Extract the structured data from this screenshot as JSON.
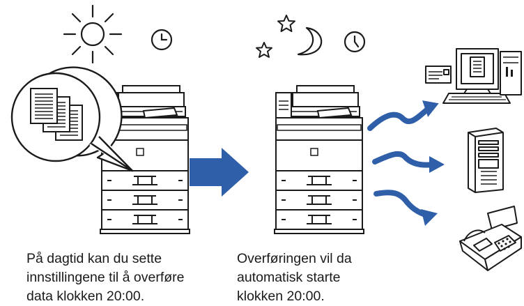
{
  "captions": {
    "left": [
      "På dagtid kan du sette",
      "innstillingene til å overføre",
      "data klokken 20:00."
    ],
    "right": [
      "Overføringen vil da",
      "automatisk starte",
      "klokken 20:00."
    ]
  },
  "colors": {
    "arrow": "#2f5fa8",
    "line": "#1a1a1a",
    "background": "#ffffff"
  },
  "icons": [
    "sun-icon",
    "clock-icon",
    "star-icon",
    "moon-icon",
    "document-stack-icon",
    "printer-icon",
    "computer-icon",
    "server-icon",
    "fax-icon"
  ]
}
